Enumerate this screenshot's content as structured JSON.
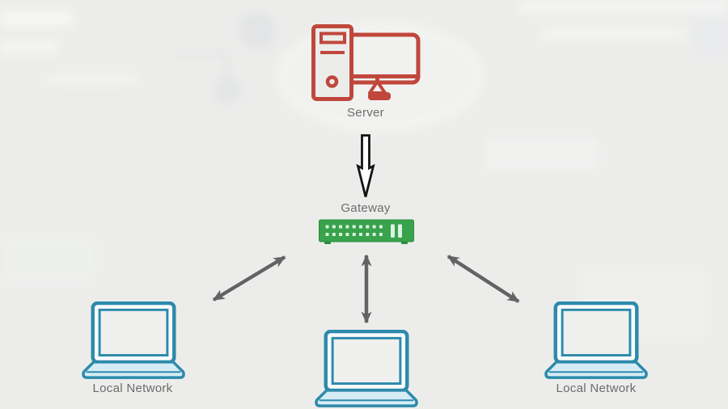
{
  "colors": {
    "background": "#ecedeb",
    "server_red": "#c0473c",
    "gateway_green": "#38a24c",
    "gateway_dark": "#2a8f40",
    "gateway_ports": "#dcf3e0",
    "laptop_blue": "#2d8aab",
    "laptop_fill": "#d6ecf5",
    "screen_fill": "#eff0ee",
    "arrow_gray": "#626365",
    "arrow_black": "#141414",
    "arrow_white": "#ffffff",
    "label_gray": "#6b6b6b"
  },
  "nodes": {
    "server": {
      "label": "Server"
    },
    "gateway": {
      "label": "Gateway"
    },
    "laptop_left": {
      "label": "Local Network"
    },
    "laptop_middle": {
      "label": ""
    },
    "laptop_right": {
      "label": "Local Network"
    }
  },
  "edges": [
    {
      "from": "server",
      "to": "gateway",
      "style": "single-outlined-black",
      "direction": "down"
    },
    {
      "from": "gateway",
      "to": "laptop_left",
      "style": "double-headed-gray",
      "direction": "diagonal"
    },
    {
      "from": "gateway",
      "to": "laptop_middle",
      "style": "double-headed-gray",
      "direction": "vertical"
    },
    {
      "from": "gateway",
      "to": "laptop_right",
      "style": "double-headed-gray",
      "direction": "diagonal"
    }
  ]
}
